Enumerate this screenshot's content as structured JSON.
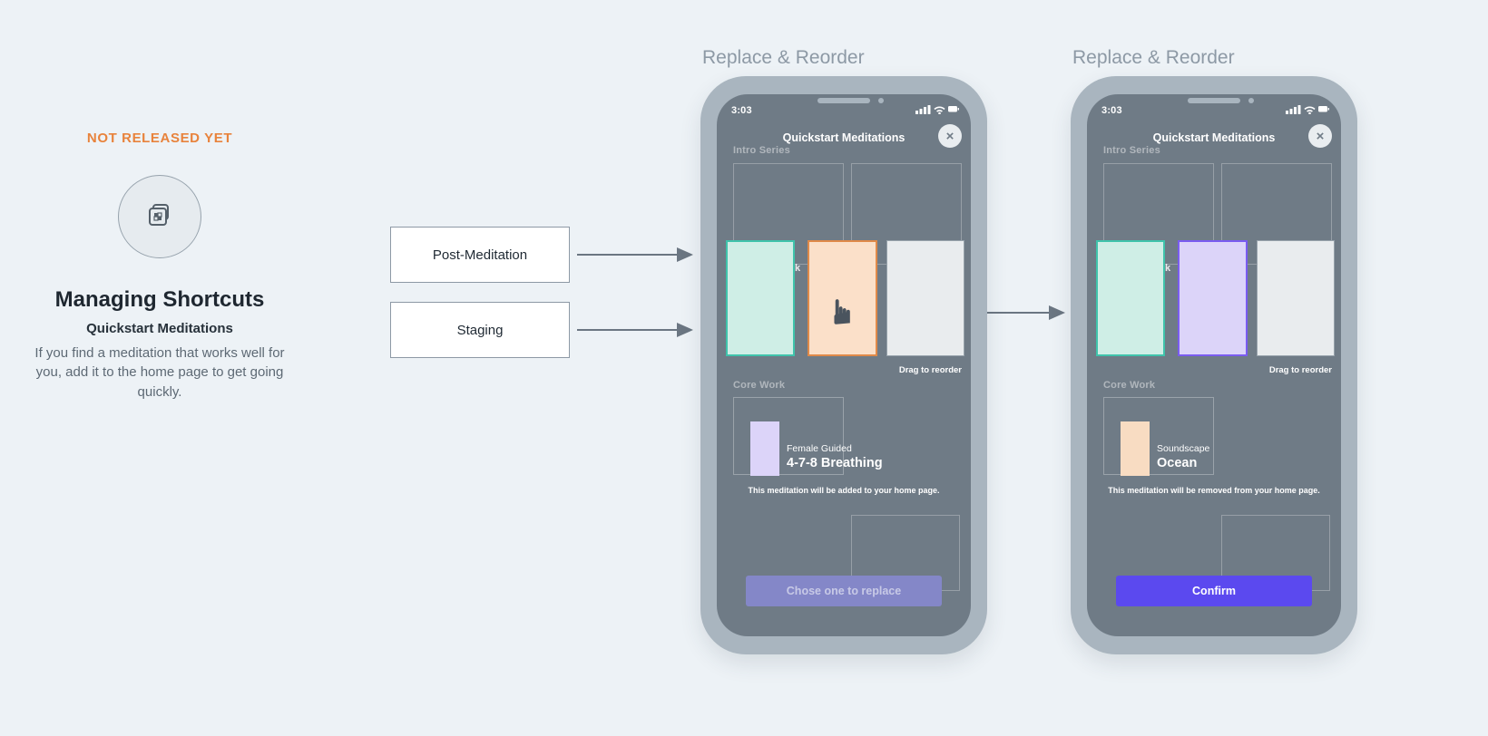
{
  "badge": {
    "text": "NOT RELEASED YET"
  },
  "intro": {
    "title": "Managing Shortcuts",
    "subtitle": "Quickstart Meditations",
    "description": "If you find a meditation that works well for you, add it to the home page to get going quickly."
  },
  "flow": {
    "sources": [
      {
        "label": "Post-Meditation"
      },
      {
        "label": "Staging"
      }
    ]
  },
  "phones": [
    {
      "caption": "Replace & Reorder",
      "status": {
        "time": "3:03"
      },
      "modal": {
        "title": "Quickstart Meditations",
        "close_glyph": "×"
      },
      "sections": {
        "intro": "Intro Series",
        "core": "Core Work"
      },
      "partial_text": "k",
      "drag_hint": "Drag to reorder",
      "core_card": {
        "subtitle": "Female Guided",
        "title": "4-7-8 Breathing"
      },
      "note": "This meditation will be added to your home page.",
      "action": {
        "label": "Chose one to replace",
        "state": "disabled"
      }
    },
    {
      "caption": "Replace & Reorder",
      "status": {
        "time": "3:03"
      },
      "modal": {
        "title": "Quickstart Meditations",
        "close_glyph": "×"
      },
      "sections": {
        "intro": "Intro Series",
        "core": "Core Work"
      },
      "partial_text": "k",
      "drag_hint": "Drag to reorder",
      "core_card": {
        "subtitle": "Soundscape",
        "title": "Ocean"
      },
      "note": "This meditation will be removed from your home page.",
      "action": {
        "label": "Confirm",
        "state": "primary"
      }
    }
  ],
  "colors": {
    "background": "#EDF2F6",
    "accent_orange": "#E8833C",
    "phone_body": "#A9B5BF",
    "screen": "#6F7B86",
    "tile_mint": "#CFEEE6",
    "tile_mint_border": "#3FC3AB",
    "tile_peach": "#FBE0C9",
    "tile_peach_border": "#DF8A49",
    "tile_lavender": "#DCD4F9",
    "tile_lavender_border": "#7A5CF0",
    "tile_gray": "#E9ECEE",
    "thumb_lavender": "#DCD4F9",
    "thumb_peach": "#F8DCC2",
    "button_primary": "#5B49EF",
    "button_disabled": "#8487C8",
    "arrow": "#6B7682"
  }
}
